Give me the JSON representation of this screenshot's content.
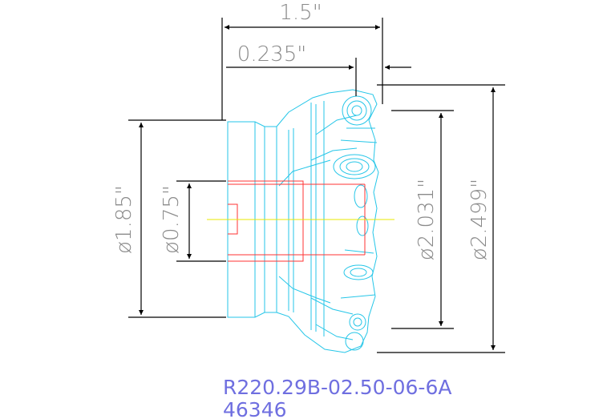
{
  "dimensions": {
    "overall_length": "1.5\"",
    "insert_offset": "0.235\"",
    "shank_diameter": "ø1.85\"",
    "bore_diameter": "ø0.75\"",
    "inner_cut_diameter": "ø2.031\"",
    "outer_cut_diameter": "ø2.499\""
  },
  "part": {
    "code": "R220.29B-02.50-06-6A",
    "number": "46346"
  },
  "colors": {
    "dimension": "#000000",
    "dimension_text": "#8a8a8a",
    "body_outline": "#26c6e8",
    "bore": "#ff3333",
    "axis": "#e8e800",
    "label": "#6f6fe0"
  }
}
